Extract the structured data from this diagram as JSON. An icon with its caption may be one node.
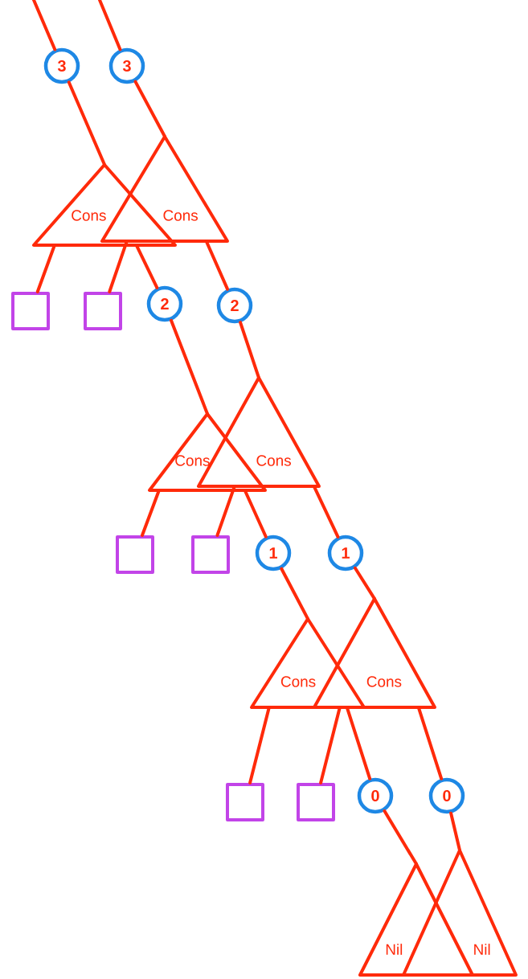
{
  "diagram": {
    "nodes": [
      {
        "text": [
          "3"
        ]
      },
      {
        "text": [
          "3"
        ]
      },
      {
        "text": [
          "Cons"
        ]
      },
      {
        "text": [
          "Cons"
        ]
      },
      {
        "text": [],
        "shape": "box"
      },
      {
        "text": [],
        "shape": "box"
      },
      {
        "text": [
          "2"
        ]
      },
      {
        "text": [
          "2"
        ]
      },
      {
        "text": [
          "Cons"
        ]
      },
      {
        "text": [
          "Cons"
        ]
      },
      {
        "text": [],
        "shape": "box"
      },
      {
        "text": [],
        "shape": "box"
      },
      {
        "text": [
          "1"
        ]
      },
      {
        "text": [
          "1"
        ]
      },
      {
        "text": [
          "Cons"
        ]
      },
      {
        "text": [
          "Cons"
        ]
      },
      {
        "text": [],
        "shape": "box"
      },
      {
        "text": [],
        "shape": "box"
      },
      {
        "text": [
          "0"
        ]
      },
      {
        "text": [
          "0"
        ]
      },
      {
        "text": [
          "Nil"
        ]
      },
      {
        "text": [
          "Nil"
        ]
      }
    ],
    "edges": [
      {
        "from": null,
        "to": 0,
        "arrow": "none"
      },
      {
        "from": null,
        "to": 1,
        "arrow": "none"
      },
      {
        "from": 0,
        "to": 2,
        "arrow": "none"
      },
      {
        "from": 1,
        "to": 3,
        "arrow": "none"
      },
      {
        "from": 2,
        "to": 4,
        "arrow": "none"
      },
      {
        "from": 2,
        "to": 6,
        "arrow": "none"
      },
      {
        "from": 3,
        "to": 5,
        "arrow": "none"
      },
      {
        "from": 3,
        "to": 7,
        "arrow": "none"
      },
      {
        "from": 6,
        "to": 8,
        "arrow": "none"
      },
      {
        "from": 7,
        "to": 9,
        "arrow": "none"
      },
      {
        "from": 8,
        "to": 10,
        "arrow": "none"
      },
      {
        "from": 8,
        "to": 12,
        "arrow": "none"
      },
      {
        "from": 9,
        "to": 11,
        "arrow": "none"
      },
      {
        "from": 9,
        "to": 13,
        "arrow": "none"
      },
      {
        "from": 12,
        "to": 14,
        "arrow": "none"
      },
      {
        "from": 13,
        "to": 15,
        "arrow": "none"
      },
      {
        "from": 14,
        "to": 16,
        "arrow": "none"
      },
      {
        "from": 14,
        "to": 18,
        "arrow": "none"
      },
      {
        "from": 15,
        "to": 17,
        "arrow": "none"
      },
      {
        "from": 15,
        "to": 19,
        "arrow": "none"
      },
      {
        "from": 18,
        "to": 20,
        "arrow": "none"
      },
      {
        "from": 19,
        "to": 21,
        "arrow": "none"
      }
    ]
  }
}
